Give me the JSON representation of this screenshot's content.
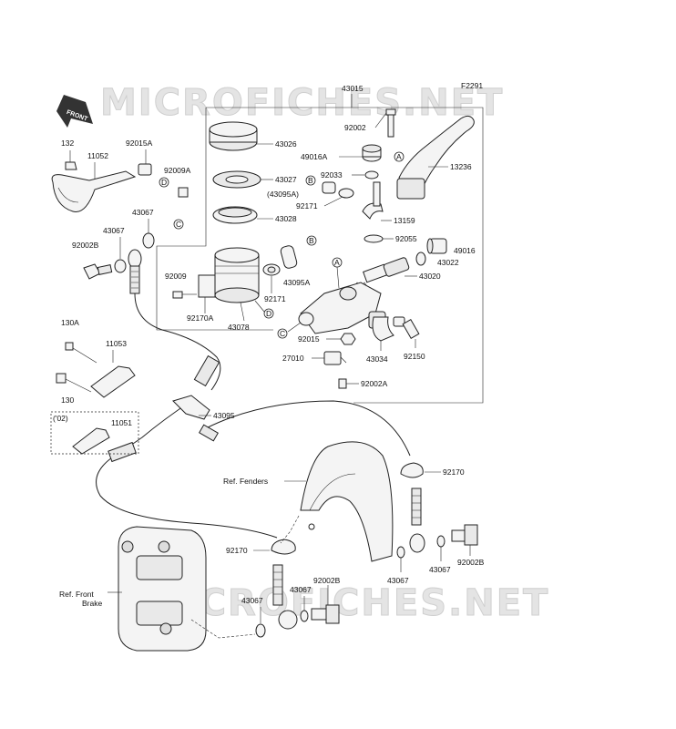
{
  "figure_code": "F2291",
  "watermark": {
    "top": "MICROFICHES.NET",
    "bottom": "MICROFICHES.NET"
  },
  "front_tag": "FRONT",
  "callout_letters": {
    "a": "A",
    "b": "B",
    "c": "C",
    "d": "D"
  },
  "references": {
    "fenders": "Ref. Fenders",
    "brake_line1": "Ref. Front",
    "brake_line2": "Brake"
  },
  "year_note": "('02)",
  "parts": {
    "p43015": "43015",
    "p92002_top": "92002",
    "p43026": "43026",
    "p49016A": "49016A",
    "p13236": "13236",
    "p43027": "43027",
    "p92033": "92033",
    "p43095A_paren": "(43095A)",
    "p92171_top": "92171",
    "p13159": "13159",
    "p43028": "43028",
    "p92055": "92055",
    "p49016": "49016",
    "p43022": "43022",
    "p43020": "43020",
    "p92009": "92009",
    "p43095A": "43095A",
    "p92171": "92171",
    "p92170A": "92170A",
    "p43078": "43078",
    "p92015": "92015",
    "p27010": "27010",
    "p43034": "43034",
    "p92150": "92150",
    "p92002A": "92002A",
    "p132": "132",
    "p11052": "11052",
    "p92015A": "92015A",
    "p92009A": "92009A",
    "p43067_a": "43067",
    "p43067_b": "43067",
    "p92002B_left": "92002B",
    "p130A": "130A",
    "p11053": "11053",
    "p130": "130",
    "p11051": "11051",
    "p43095": "43095",
    "p92170_right": "92170",
    "p92170_mid": "92170",
    "p43067_r1": "43067",
    "p43067_r2": "43067",
    "p92002B_right": "92002B",
    "p92002B_bottom": "92002B",
    "p43067_b1": "43067",
    "p43067_b2": "43067"
  }
}
